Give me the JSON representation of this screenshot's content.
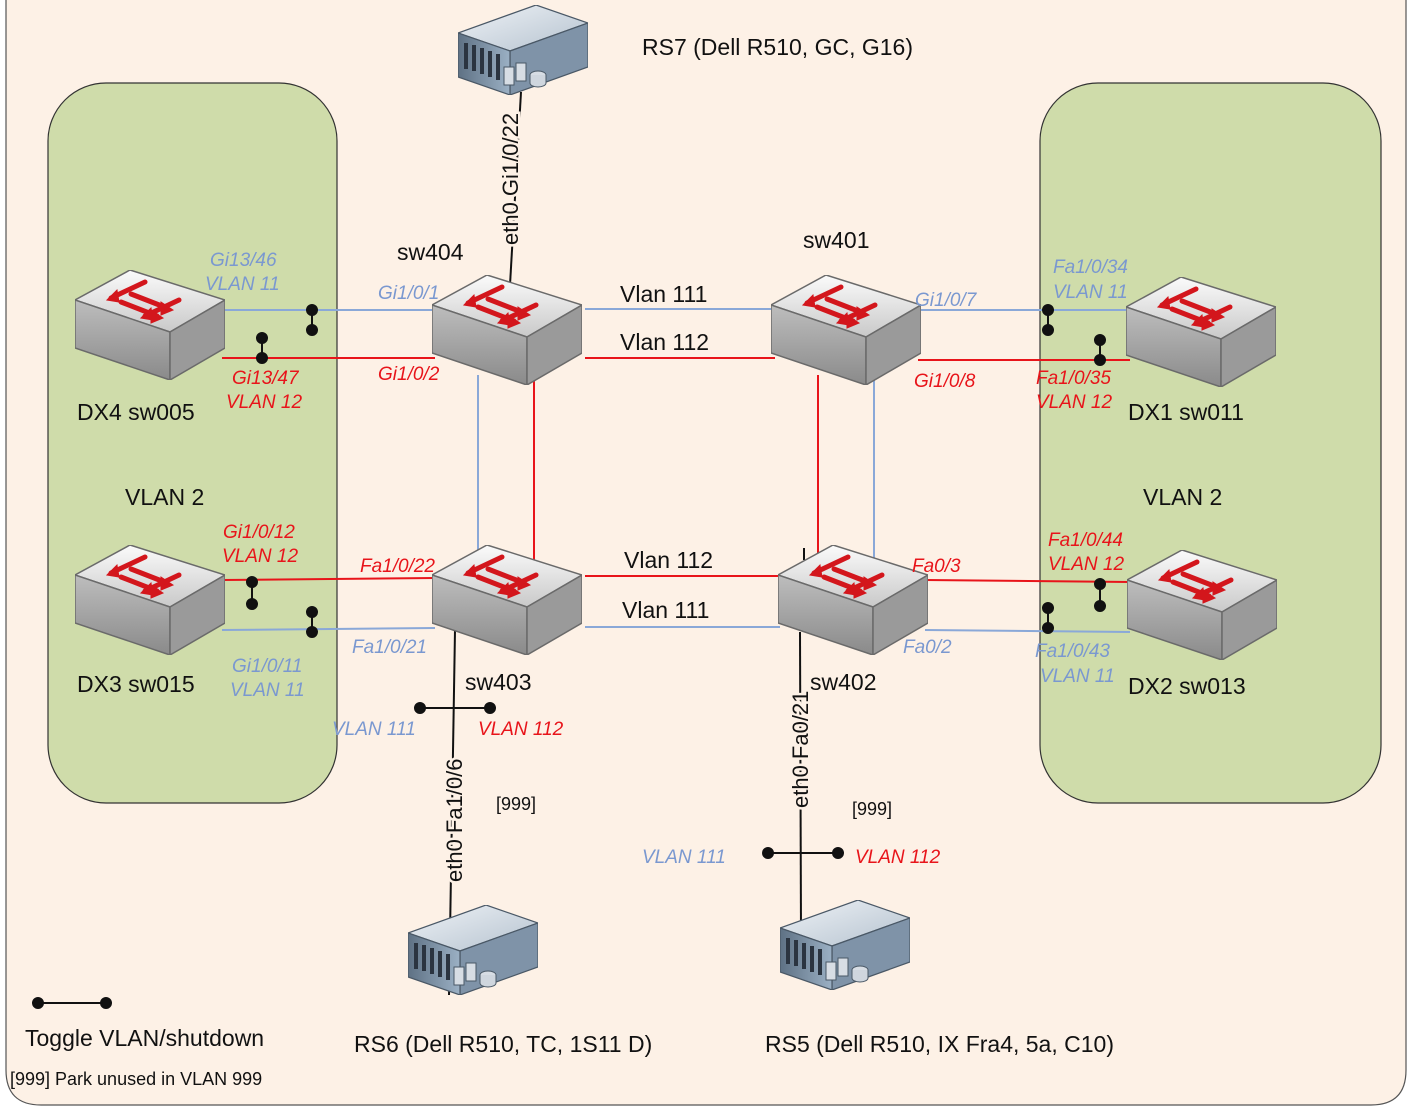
{
  "colors": {
    "page_background": "#fdf1e6",
    "zone_fill": "#cfdcaa",
    "blue_link": "#8aa8d8",
    "red_link": "#e8141a",
    "blue_text": "#7a98d0",
    "red_text": "#e8141a"
  },
  "zones": {
    "left": {
      "label": "VLAN 2"
    },
    "right": {
      "label": "VLAN 2"
    }
  },
  "switches": {
    "sw404": {
      "name": "sw404",
      "icon": "switch-icon"
    },
    "sw401": {
      "name": "sw401",
      "icon": "switch-icon"
    },
    "sw403": {
      "name": "sw403",
      "icon": "switch-icon"
    },
    "sw402": {
      "name": "sw402",
      "icon": "switch-icon"
    },
    "dx4": {
      "name": "DX4 sw005",
      "icon": "switch-icon"
    },
    "dx3": {
      "name": "DX3 sw015",
      "icon": "switch-icon"
    },
    "dx1": {
      "name": "DX1 sw011",
      "icon": "switch-icon"
    },
    "dx2": {
      "name": "DX2 sw013",
      "icon": "switch-icon"
    }
  },
  "servers": {
    "rs7": {
      "name": "RS7 (Dell R510, GC, G16)",
      "link": "eth0 Gi1/0/22",
      "icon": "server-icon"
    },
    "rs6": {
      "name": "RS6 (Dell R510, TC, 1S11 D)",
      "link": "eth0 Fa1/0/6",
      "park": "[999]",
      "vlan_left": "VLAN 111",
      "vlan_right": "VLAN 112",
      "icon": "server-icon"
    },
    "rs5": {
      "name": "RS5 (Dell R510, IX Fra4, 5a, C10)",
      "link": "eth0 Fa0/21",
      "park": "[999]",
      "vlan_left": "VLAN 111",
      "vlan_right": "VLAN 112",
      "icon": "server-icon"
    }
  },
  "core_links": {
    "top_111": "Vlan 111",
    "top_112": "Vlan 112",
    "bottom_112": "Vlan 112",
    "bottom_111": "Vlan 111"
  },
  "ports": {
    "dx4_gi13_46": "Gi13/46",
    "dx4_vlan11": "VLAN 11",
    "dx4_gi13_47": "Gi13/47",
    "dx4_vlan12": "VLAN 12",
    "sw404_gi1_0_1": "Gi1/0/1",
    "sw404_gi1_0_2": "Gi1/0/2",
    "sw401_gi1_0_7": "Gi1/0/7",
    "sw401_gi1_0_8": "Gi1/0/8",
    "dx1_fa1_0_34": "Fa1/0/34",
    "dx1_vlan11": "VLAN 11",
    "dx1_fa1_0_35": "Fa1/0/35",
    "dx1_vlan12": "VLAN 12",
    "dx3_gi1_0_12": "Gi1/0/12",
    "dx3_vlan12": "VLAN 12",
    "dx3_gi1_0_11": "Gi1/0/11",
    "dx3_vlan11": "VLAN 11",
    "sw403_fa1_0_22": "Fa1/0/22",
    "sw403_fa1_0_21": "Fa1/0/21",
    "sw402_fa0_3": "Fa0/3",
    "sw402_fa0_2": "Fa0/2",
    "dx2_fa1_0_44": "Fa1/0/44",
    "dx2_vlan12": "VLAN 12",
    "dx2_fa1_0_43": "Fa1/0/43",
    "dx2_vlan11": "VLAN 11"
  },
  "legend": {
    "toggle": "Toggle VLAN/shutdown",
    "park": "[999] Park unused in VLAN 999"
  }
}
